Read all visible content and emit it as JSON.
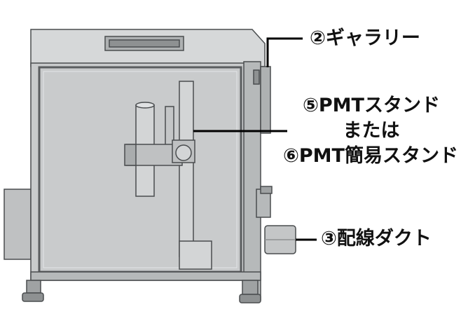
{
  "labels": {
    "gallery": "②ギャラリー",
    "pmt_stand_line1": "⑤PMTスタンド",
    "pmt_stand_line2": "または",
    "pmt_stand_line3": "⑥PMT簡易スタンド",
    "duct": "③配線ダクト"
  },
  "colors": {
    "body_fill": "#c9cbcc",
    "body_dark": "#9fa2a3",
    "outline": "#4a4d4f",
    "frame_inner": "#d8dadb",
    "leader": "#000000"
  }
}
